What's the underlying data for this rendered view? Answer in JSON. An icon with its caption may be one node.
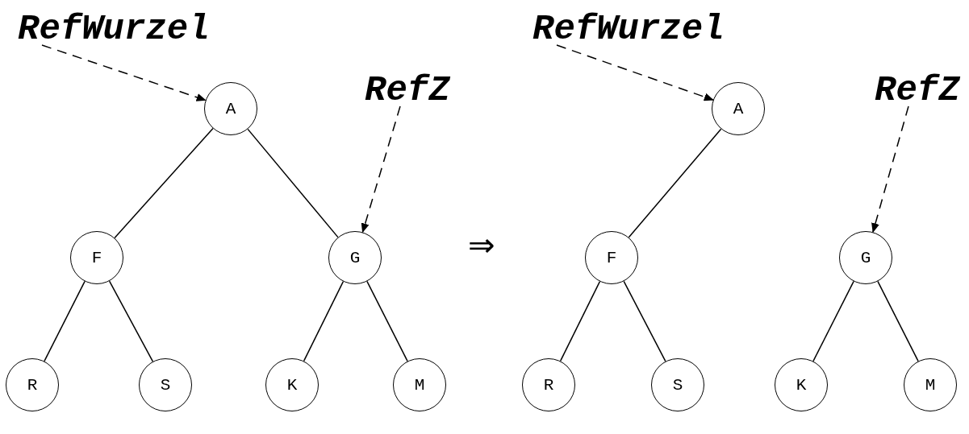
{
  "diagram": {
    "nodes": [
      {
        "text": [
          "RefWurzel"
        ]
      },
      {
        "text": [
          "A"
        ]
      },
      {
        "text": [
          "RefZ"
        ]
      },
      {
        "text": [
          "F"
        ]
      },
      {
        "text": [
          "G"
        ]
      },
      {
        "text": [
          "R"
        ]
      },
      {
        "text": [
          "S"
        ]
      },
      {
        "text": [
          "K"
        ]
      },
      {
        "text": [
          "M"
        ]
      },
      {
        "text": [
          "RefWurzel"
        ]
      },
      {
        "text": [
          "A"
        ]
      },
      {
        "text": [
          "RefZ"
        ]
      },
      {
        "text": [
          "F"
        ]
      },
      {
        "text": [
          "G"
        ]
      },
      {
        "text": [
          "R"
        ]
      },
      {
        "text": [
          "S"
        ]
      },
      {
        "text": [
          "K"
        ]
      },
      {
        "text": [
          "M"
        ]
      }
    ],
    "edges": [
      {
        "from": 0,
        "to": 1,
        "arrow": "to",
        "style": "dashed"
      },
      {
        "from": 2,
        "to": 4,
        "arrow": "to",
        "style": "dashed"
      },
      {
        "from": 1,
        "to": 3,
        "arrow": "none"
      },
      {
        "from": 1,
        "to": 4,
        "arrow": "none"
      },
      {
        "from": 3,
        "to": 5,
        "arrow": "none"
      },
      {
        "from": 3,
        "to": 6,
        "arrow": "none"
      },
      {
        "from": 4,
        "to": 7,
        "arrow": "none"
      },
      {
        "from": 4,
        "to": 8,
        "arrow": "none"
      },
      {
        "from": 9,
        "to": 10,
        "arrow": "to",
        "style": "dashed"
      },
      {
        "from": 11,
        "to": 13,
        "arrow": "to",
        "style": "dashed"
      },
      {
        "from": 10,
        "to": 12,
        "arrow": "none"
      },
      {
        "from": 12,
        "to": 14,
        "arrow": "none"
      },
      {
        "from": 12,
        "to": 15,
        "arrow": "none"
      },
      {
        "from": 13,
        "to": 16,
        "arrow": "none"
      },
      {
        "from": 13,
        "to": 17,
        "arrow": "none"
      }
    ],
    "labels": [
      "⇒"
    ]
  }
}
